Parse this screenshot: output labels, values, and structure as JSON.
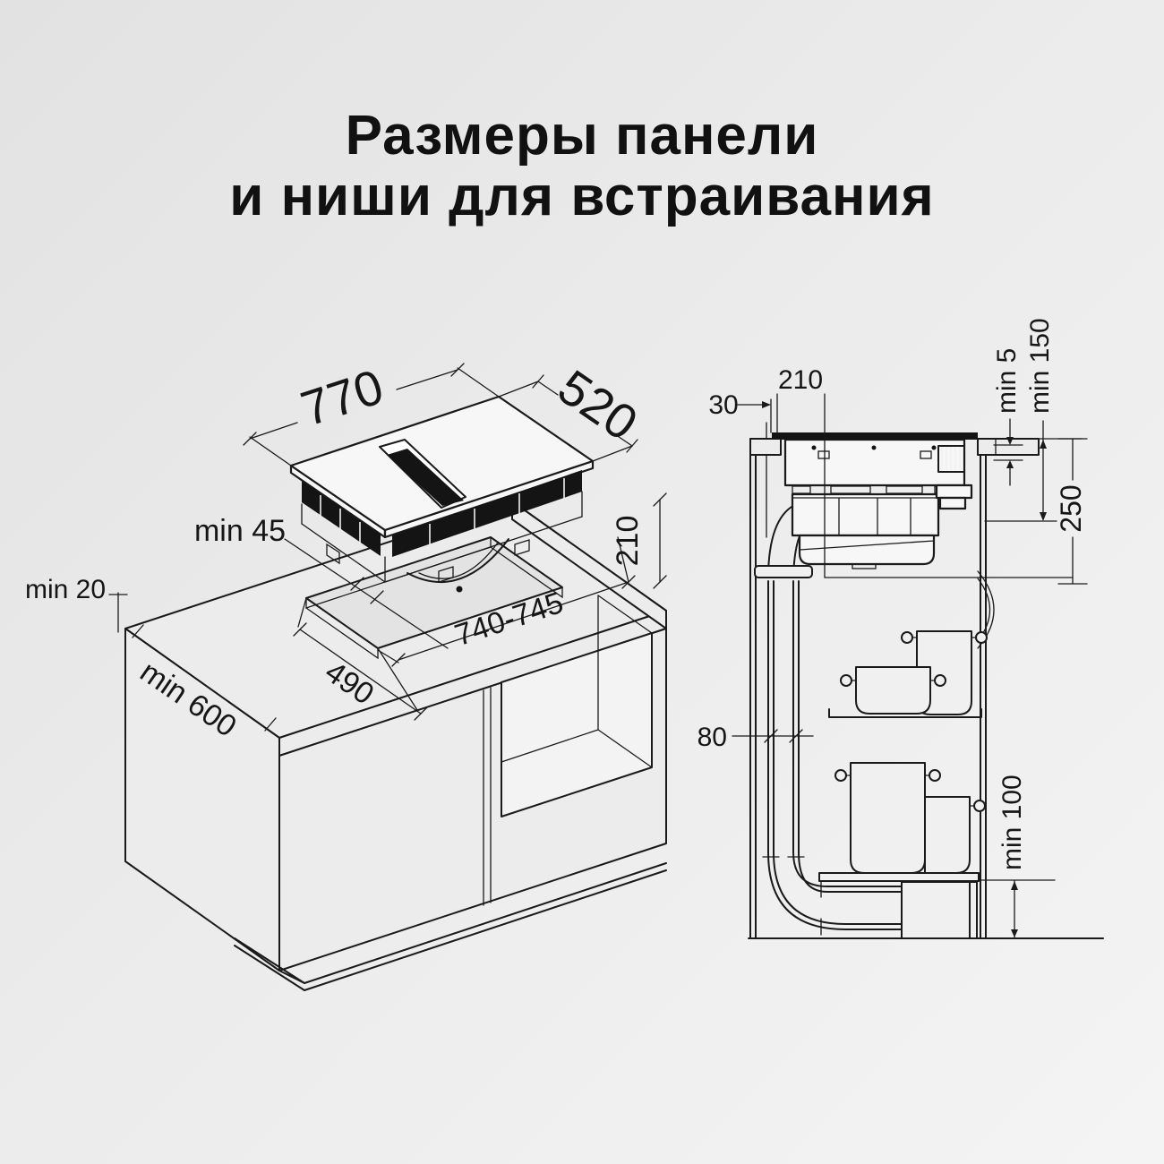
{
  "title": {
    "line1": "Размеры панели",
    "line2": "и ниши для встраивания"
  },
  "left_diagram": {
    "description": "isometric view of hob and cabinet niche",
    "labels": {
      "panel_width": "770",
      "panel_depth": "520",
      "front_clearance": "min 45",
      "cutout_depth": "490",
      "cutout_width": "740-745",
      "niche_height": "210",
      "edge_clearance": "min 20",
      "counter_depth": "min 600"
    }
  },
  "right_diagram": {
    "description": "side cross-section of built-in hob with downdraft duct",
    "labels": {
      "rear_gap": "30",
      "niche_depth": "210",
      "glass_gap": "min 5",
      "clearance_below": "min 150",
      "unit_depth": "250",
      "duct_width": "80",
      "plinth_height": "min 100"
    }
  },
  "colors": {
    "background_start": "#e2e2e2",
    "background_end": "#f4f4f4",
    "line": "#1a1a1a",
    "panel_fill": "#f7f7f7",
    "vent_fill": "#141414"
  }
}
